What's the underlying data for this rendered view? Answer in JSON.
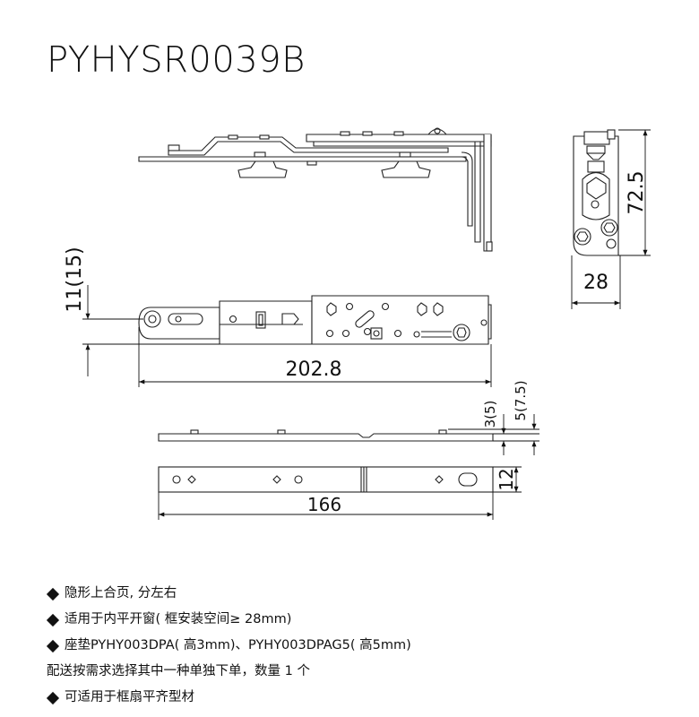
{
  "title": "PYHYSR0039B",
  "dimensions": {
    "side_height": "72.5",
    "side_width": "28",
    "top_offset": "11(15)",
    "top_length": "202.8",
    "gasket_thin": "3(5)",
    "gasket_thick": "5(7.5)",
    "gasket_width": "12",
    "gasket_length": "166"
  },
  "notes": [
    {
      "bullet": true,
      "text": "隐形上合页, 分左右"
    },
    {
      "bullet": true,
      "text": "适用于内平开窗( 框安装空间≥ 28mm)"
    },
    {
      "bullet": true,
      "text": "座垫PYHY003DPA( 高3mm)、PYHY003DPAG5( 高5mm)"
    },
    {
      "bullet": false,
      "text": "配送按需求选择其中一种单独下单，数量 1 个"
    },
    {
      "bullet": true,
      "text": "可适用于框扇平齐型材"
    }
  ]
}
